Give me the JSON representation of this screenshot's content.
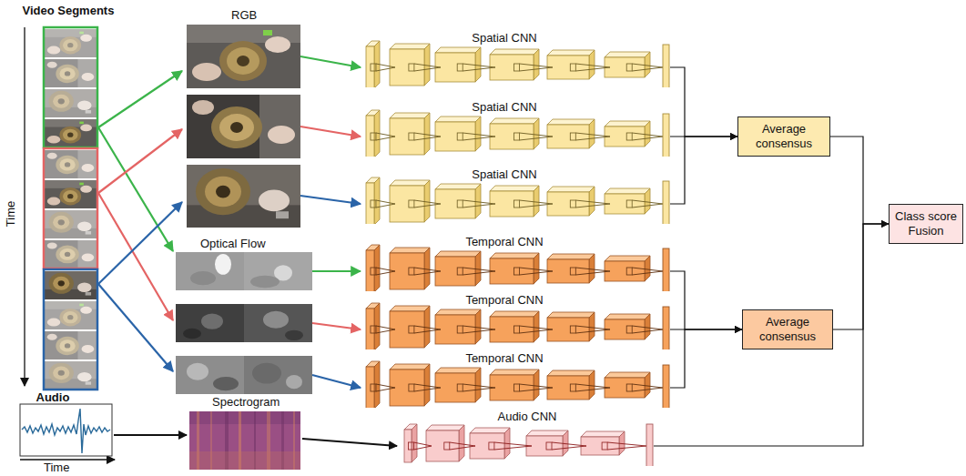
{
  "diagram": {
    "nodes": [
      {
        "text": [
          "Spatial CNN"
        ]
      },
      {
        "text": [
          "Spatial CNN"
        ]
      },
      {
        "text": [
          "Spatial CNN"
        ]
      },
      {
        "text": [
          "Temporal CNN"
        ]
      },
      {
        "text": [
          "Temporal CNN"
        ]
      },
      {
        "text": [
          "Temporal CNN"
        ]
      },
      {
        "text": [
          "Audio CNN"
        ]
      },
      {
        "text": [
          "Average consensus"
        ]
      },
      {
        "text": [
          "Average consensus"
        ]
      },
      {
        "text": [
          "Class score Fusion"
        ]
      }
    ],
    "edges": [
      {
        "from": 0,
        "to": 7,
        "arrow": "to"
      },
      {
        "from": 1,
        "to": 7,
        "arrow": "to"
      },
      {
        "from": 2,
        "to": 7,
        "arrow": "to"
      },
      {
        "from": 3,
        "to": 8,
        "arrow": "to"
      },
      {
        "from": 4,
        "to": 8,
        "arrow": "to"
      },
      {
        "from": 5,
        "to": 8,
        "arrow": "to"
      },
      {
        "from": 7,
        "to": 9,
        "arrow": "to"
      },
      {
        "from": 8,
        "to": 9,
        "arrow": "to"
      },
      {
        "from": 6,
        "to": 9,
        "arrow": "to"
      }
    ],
    "labels": [
      "Video Segments",
      "RGB",
      "Optical Flow",
      "Time",
      "Audio",
      "Spectrogram",
      "Time"
    ]
  }
}
